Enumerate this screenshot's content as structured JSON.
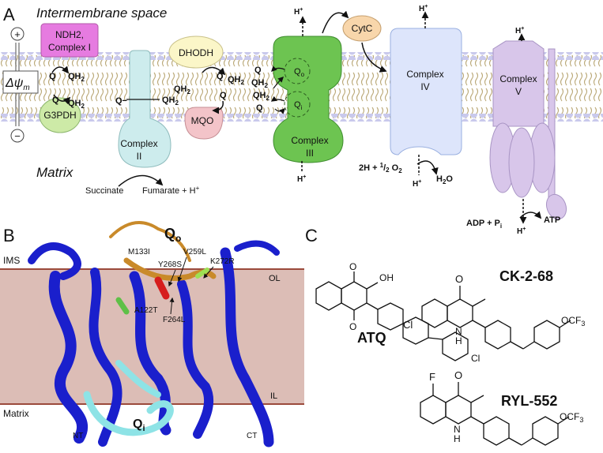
{
  "panelA": {
    "letter": "A",
    "intermembrane_space": "Intermembrane space",
    "matrix": "Matrix",
    "delta_psi": "Δψ",
    "delta_psi_sub": "m",
    "plus": "+",
    "minus": "−",
    "ndh2_line1": "NDH2,",
    "ndh2_line2": "Complex I",
    "g3pdh": "G3PDH",
    "complex2_line1": "Complex",
    "complex2_line2": "II",
    "dhodh": "DHODH",
    "mqo": "MQO",
    "complex3_line1": "Complex",
    "complex3_line2": "III",
    "qo": "Q",
    "qo_sub": "o",
    "qi": "Q",
    "qi_sub": "i",
    "cytc": "CytC",
    "complex4_line1": "Complex",
    "complex4_line2": "IV",
    "complex5_line1": "Complex",
    "complex5_line2": "V",
    "q": "Q",
    "q_minus": "Q−",
    "qh2": "QH",
    "qh2_sub": "2",
    "h": "H",
    "h_sup": "+",
    "succinate": "Succinate",
    "fumarate": "Fumarate + H",
    "water_reaction": "2H + ",
    "half": "1",
    "half_den": "/",
    "half_2": "2",
    "o2": " O",
    "o2_sub": "2",
    "h2o": "H",
    "h2o_sub": "2",
    "h2o_o": "O",
    "adp": "ADP + P",
    "adp_sub": "i",
    "atp": "ATP"
  },
  "panelB": {
    "letter": "B",
    "ims": "IMS",
    "matrix": "Matrix",
    "ol": "OL",
    "il": "IL",
    "qo": "Q",
    "qo_sub": "o",
    "qi": "Q",
    "qi_sub": "i",
    "nt": "NT",
    "ct": "CT",
    "mutations": [
      "M133I",
      "V259L",
      "Y268S",
      "K272R",
      "A122T",
      "F264L"
    ]
  },
  "panelC": {
    "letter": "C",
    "ck": "CK-2-68",
    "atq": "ATQ",
    "ryl": "RYL-552",
    "oh": "OH",
    "o": "O",
    "cl": "Cl",
    "nh": "N",
    "nh_h": "H",
    "f": "F",
    "ocf3": "OCF",
    "ocf3_sub": "3"
  },
  "colors": {
    "membrane_head": "#c9c9ec",
    "membrane_tail": "#c9b98c",
    "ndh2": "#e67be0",
    "g3pdh": "#cdeaa7",
    "complex2": "#cdeced",
    "dhodh": "#fbf6c8",
    "mqo": "#f3c4c9",
    "complex3": "#6dc451",
    "cytc": "#f8d6ab",
    "complex4": "#dde5fb",
    "complex5": "#d8c6ea",
    "membrane_band": "#dcbdb6",
    "band_line": "#9b4a3c",
    "helix_blue": "#1a1fcc",
    "qo_orange": "#c98a2a",
    "qi_cyan": "#8ee3e6"
  }
}
